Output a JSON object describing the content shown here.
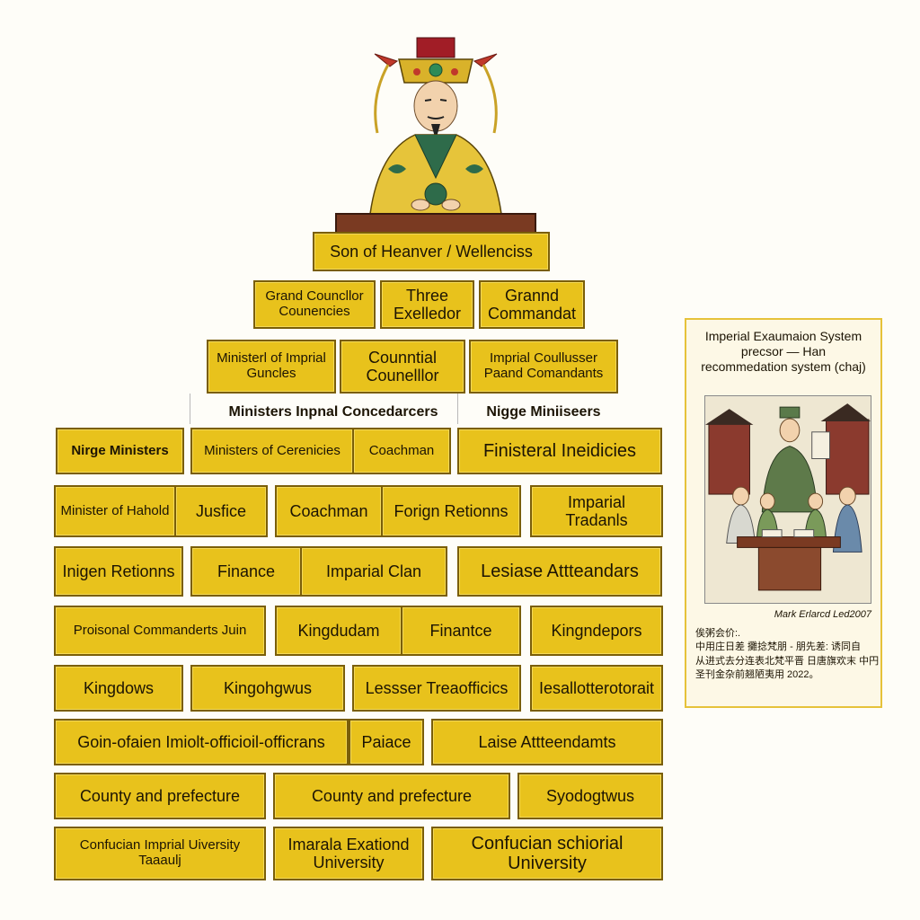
{
  "diagram": {
    "top": "Son of Heanver / Wellenciss",
    "rows": [
      [
        "Grand Councllor Counencies",
        "Three Exelledor",
        "Grannd Commandat"
      ],
      [
        "Ministerl of Imprial Guncles",
        "Counntial Counelllor",
        "Imprial Coullusser Paand Comandants"
      ],
      [
        "Ministers Inpnal Concedarcers",
        "Nigge Miniiseers"
      ],
      [
        "Nirge Ministers",
        "Ministers of Cerenicies",
        "Coachman",
        "Finisteral Ineidicies"
      ],
      [
        "Minister of Hahold",
        "Jusfice",
        "Coachman",
        "Forign Retionns",
        "Imparial Tradanls"
      ],
      [
        "Inigen Retionns",
        "Finance",
        "Imparial Clan",
        "Lesiase Attteandars"
      ],
      [
        "Proisonal Commanderts Juin",
        "Kingdudam",
        "Finantce",
        "Kingndepors"
      ],
      [
        "Kingdows",
        "Kingohgwus",
        "Lessser Treaofficics",
        "Iesallotterotorait"
      ],
      [
        "Goin-ofaien Imiolt-officioil-officrans",
        "Paiace",
        "Laise Attteendamts"
      ],
      [
        "County and prefecture",
        "County and prefecture",
        "Syodogtwus"
      ],
      [
        "Confucian Imprial Uiversity Taaaulj",
        "Imarala Exationd University",
        "Confucian schiorial University"
      ]
    ]
  },
  "panel": {
    "title_lines": [
      "Imperial Exaumaion System",
      "precsor — Han",
      "recommedation system (chaj)"
    ],
    "caption": "Mark Erlarcd Led2007",
    "notes": [
      "俟粥会价:.",
      "中用庄日差  攤捻梵朋 - 朋先差: 诱同自",
      "从进式去分连表北梵平晋  日唐旗欢末 中円",
      "圣刊金杂前翘陋夷用 2022。"
    ]
  },
  "colors": {
    "box_fill": "#e8c21c",
    "box_border": "#7a5e08",
    "panel_border": "#e6c23a",
    "background": "#fefdf8"
  }
}
